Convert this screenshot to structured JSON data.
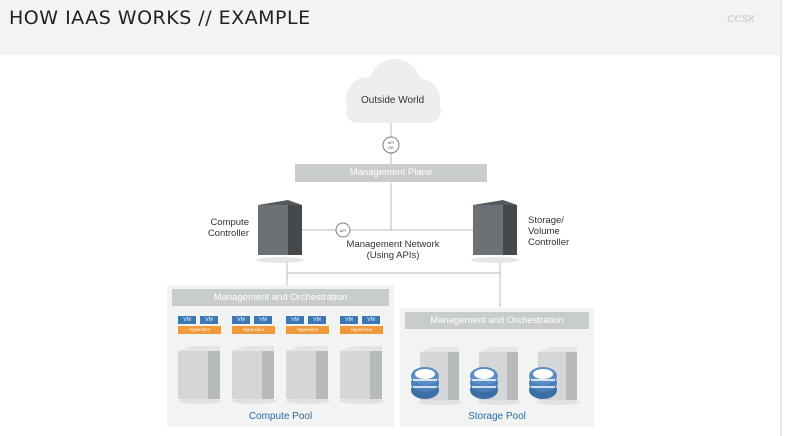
{
  "title": "HOW IAAS WORKS // EXAMPLE",
  "logo": "CCSK",
  "diagram": {
    "cloud_label": "Outside World",
    "api_label": "API",
    "management_plane": "Management Plane",
    "compute_controller": [
      "Compute",
      "Controller"
    ],
    "storage_controller": [
      "Storage/",
      "Volume",
      "Controller"
    ],
    "network_label": [
      "Management Network",
      "(Using APIs)"
    ],
    "compute_orchestration": "Management and Orchestration",
    "storage_orchestration": "Management and Orchestration",
    "vm_label": "VM",
    "hypervisor_label": "Hypervisor",
    "compute_pool": "Compute Pool",
    "storage_pool": "Storage Pool"
  },
  "colors": {
    "bar": "#c9cccd",
    "vm": "#3b78b5",
    "hypervisor": "#ee9a3d",
    "pool_label": "#2f6aa1",
    "disk": "#3b6ea5"
  }
}
